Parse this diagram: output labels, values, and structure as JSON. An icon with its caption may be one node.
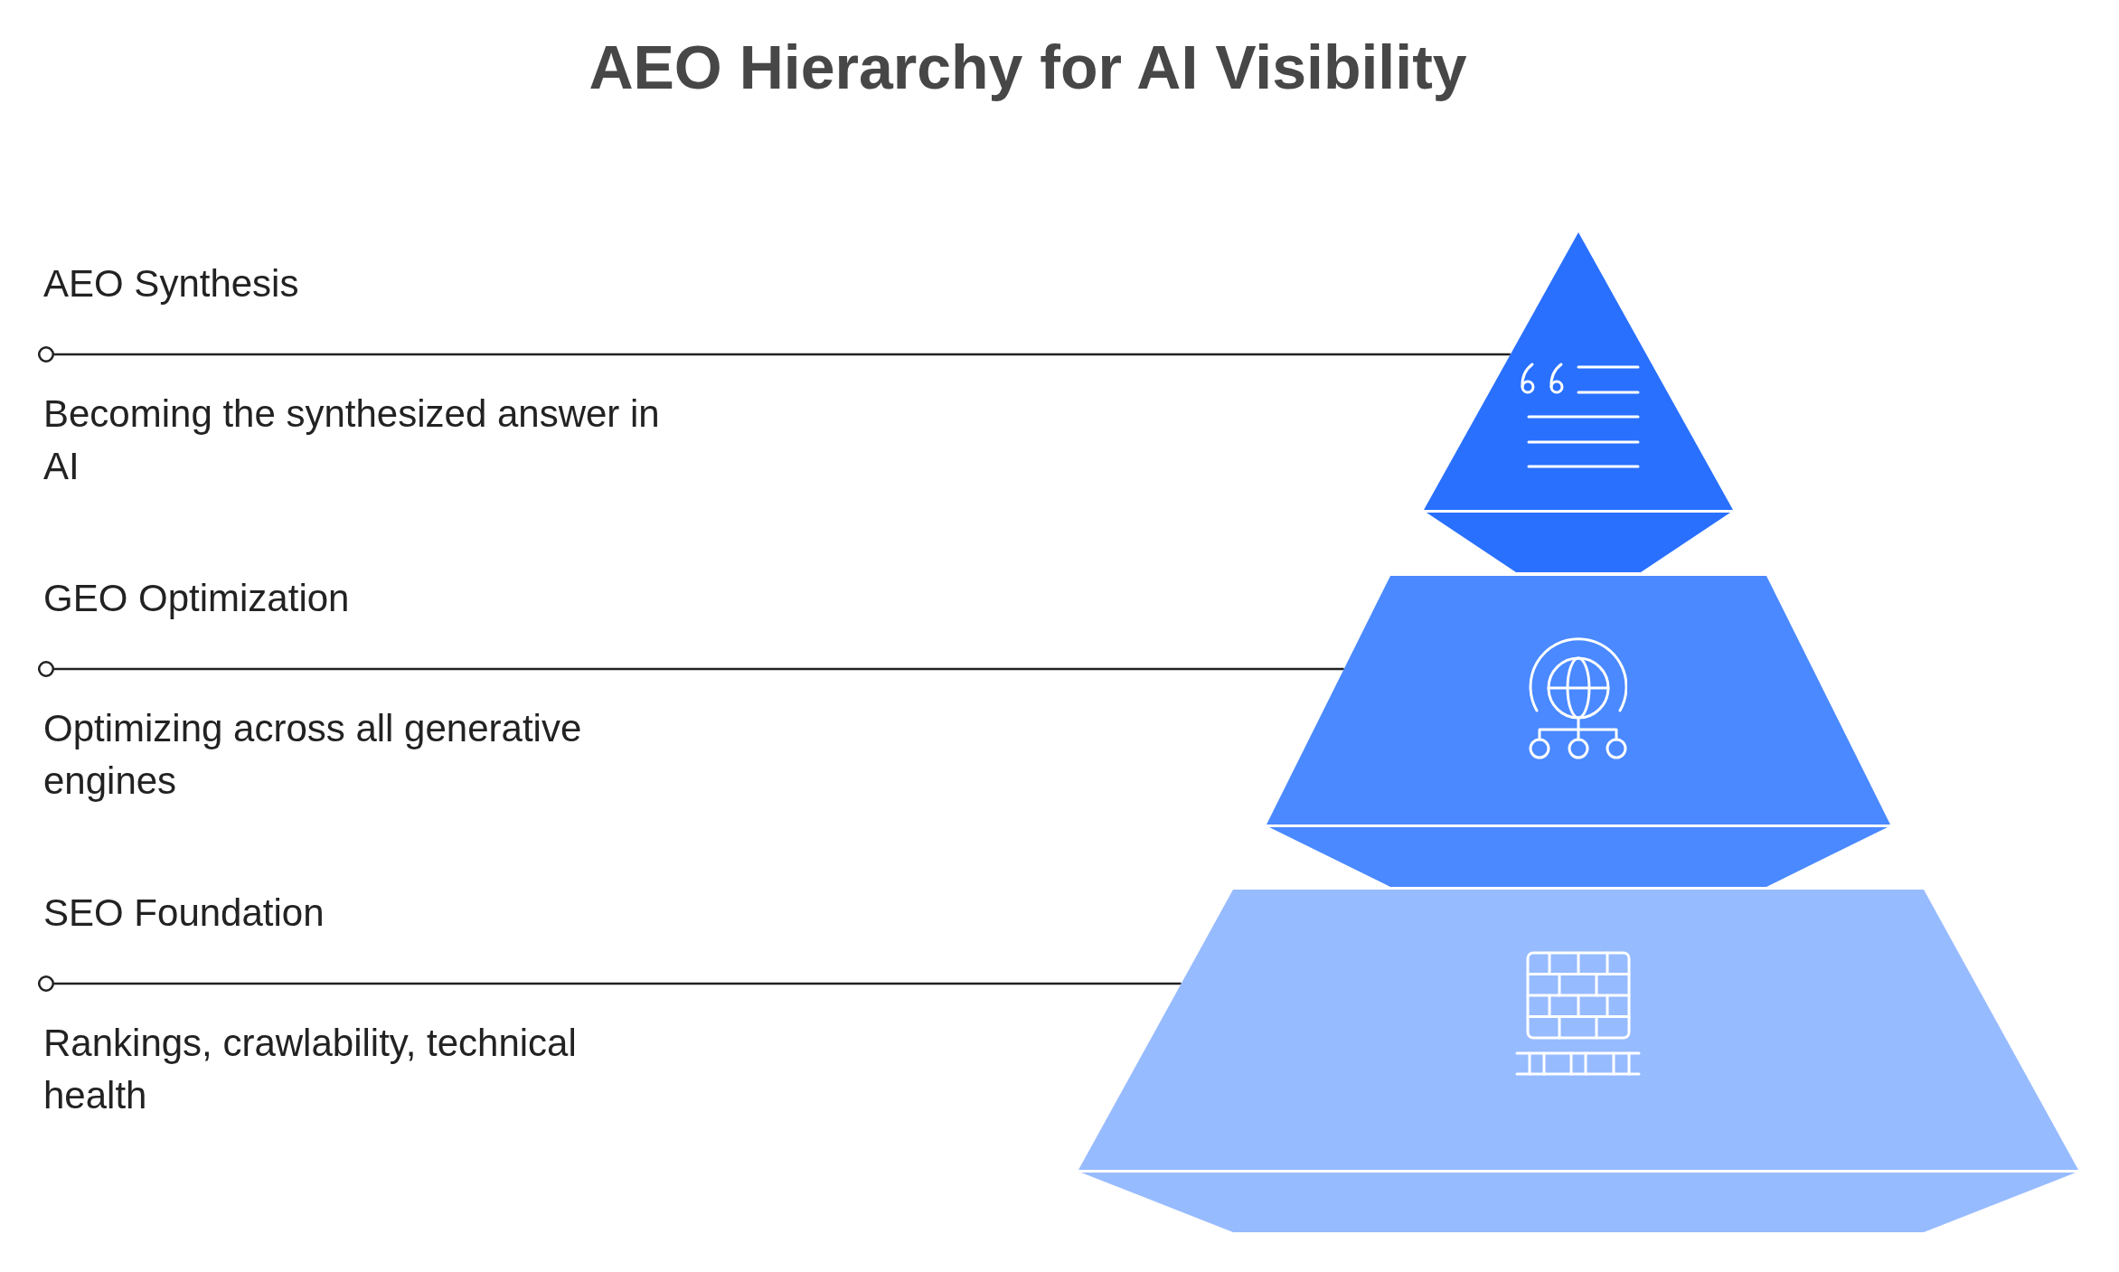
{
  "diagram": {
    "title": "AEO Hierarchy for AI Visibility",
    "nodes": [
      {
        "text": [
          "AEO Synthesis",
          "Becoming the synthesized answer in AI"
        ]
      },
      {
        "text": [],
        "shape": "triangle"
      },
      {
        "text": [
          "GEO Optimization",
          "Optimizing across all generative engines"
        ]
      },
      {
        "text": [],
        "shape": "trapezoid"
      },
      {
        "text": [
          "SEO Foundation",
          "Rankings, crawlability, technical health"
        ]
      },
      {
        "text": [],
        "shape": "trapezoid"
      }
    ],
    "edges": [
      {
        "from": 0,
        "to": 1,
        "arrow": "other"
      },
      {
        "from": 2,
        "to": 3,
        "arrow": "other"
      },
      {
        "from": 4,
        "to": 5,
        "arrow": "other"
      }
    ]
  }
}
